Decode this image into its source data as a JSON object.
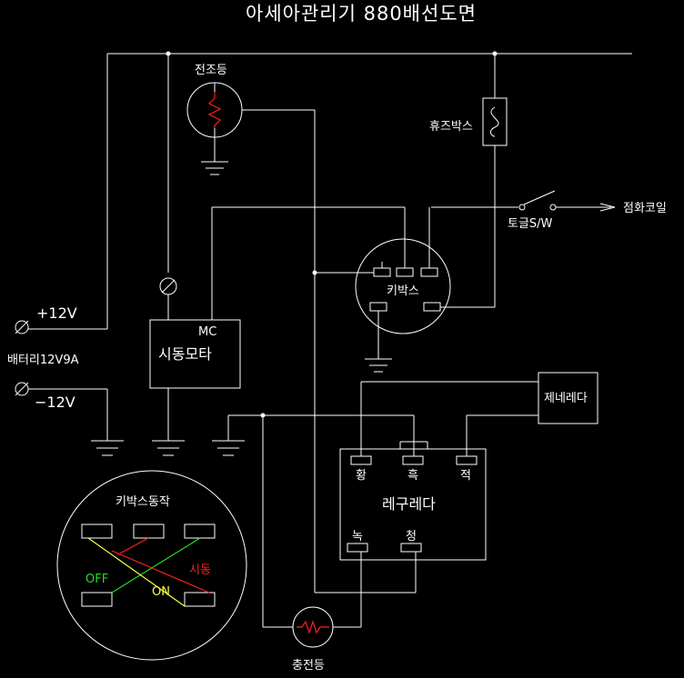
{
  "title": "아세아관리기 880배선도면",
  "labels": {
    "headlight": "전조등",
    "fusebox": "휴즈박스",
    "toggle_sw": "토글S/W",
    "ignition_coil": "점화코일",
    "keybox": "키박스",
    "plus12": "+12V",
    "battery": "배터리12V9A",
    "minus12": "−12V",
    "mc": "MC",
    "starter_motor": "시동모타",
    "generator": "제네레다",
    "regulator": "레구레다",
    "reg_yellow": "황",
    "reg_black": "흑",
    "reg_red": "적",
    "reg_green": "녹",
    "reg_blue": "청",
    "keybox_op": "키박스동작",
    "off": "OFF",
    "on": "ON",
    "start": "시동",
    "charge_lamp": "충전등"
  },
  "colors": {
    "background": "#000000",
    "wire": "#ffffff",
    "lamp_filament": "#ff2020",
    "off_line": "#22dd22",
    "on_line": "#ffff44",
    "start_line": "#ff2020"
  }
}
